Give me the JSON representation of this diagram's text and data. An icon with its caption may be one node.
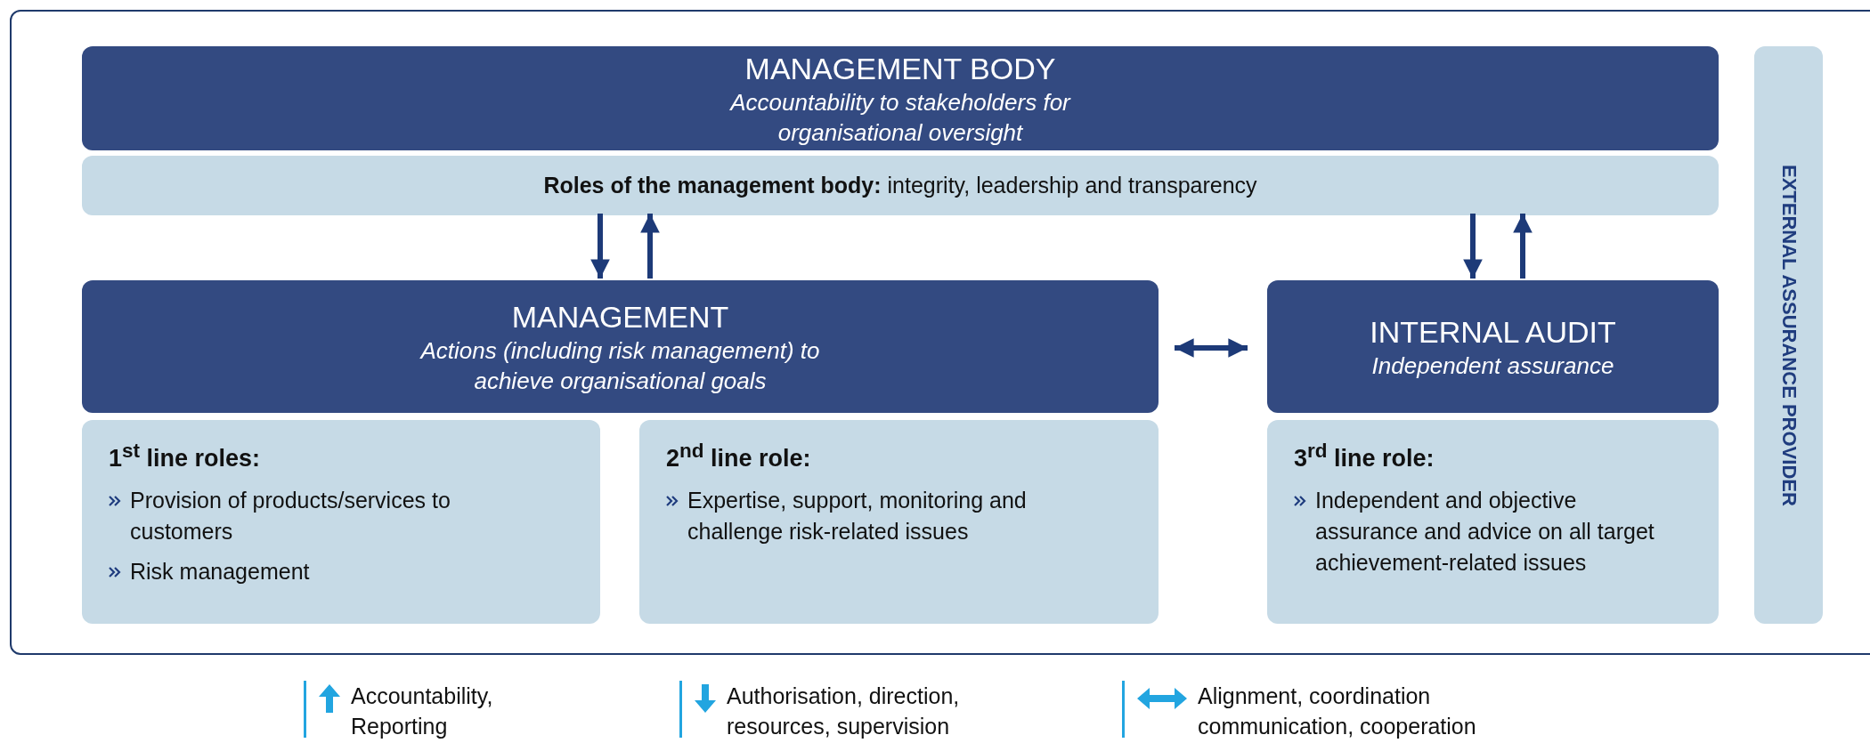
{
  "diagram": {
    "nodes": [
      {
        "text": [],
        "shape": "box"
      },
      {
        "text": [
          "MANAGEMENT BODY",
          "Accountability to stakeholders for organisational oversight"
        ],
        "in": 0
      },
      {
        "text": [
          "**Roles of the management body:** integrity, leadership and transparency"
        ],
        "in": 0
      },
      {
        "text": [
          "MANAGEMENT",
          "Actions (including risk management) to achieve organisational goals"
        ],
        "in": 0
      },
      {
        "text": [
          "INTERNAL AUDIT",
          "Independent assurance"
        ],
        "in": 0
      },
      {
        "text": [
          "1$^{st}$ line roles:",
          "Provision of products/services to customers",
          "Risk management"
        ],
        "in": 0
      },
      {
        "text": [
          "2$^{nd}$ line role:",
          "Expertise, support, monitoring and challenge risk-related issues"
        ],
        "in": 0
      },
      {
        "text": [
          "3$^{rd}$ line role:",
          "Independent and objective assurance and advice on all target achievement-related issues"
        ],
        "in": 0
      },
      {
        "text": [
          "EXTERNAL ASSURANCE PROVIDER"
        ],
        "in": 0
      }
    ],
    "edges": [
      {
        "from": 2,
        "to": 3,
        "arrow": "to"
      },
      {
        "from": 3,
        "to": 2,
        "arrow": "to"
      },
      {
        "from": 2,
        "to": 4,
        "arrow": "to"
      },
      {
        "from": 4,
        "to": 2,
        "arrow": "to"
      },
      {
        "from": 3,
        "to": 4,
        "arrow": "both"
      }
    ],
    "legend": [
      {
        "text": "Accountability, Reporting"
      },
      {
        "text": "Authorisation, direction, resources, supervision"
      },
      {
        "text": "Alignment, coordination communication, cooperation"
      }
    ]
  }
}
